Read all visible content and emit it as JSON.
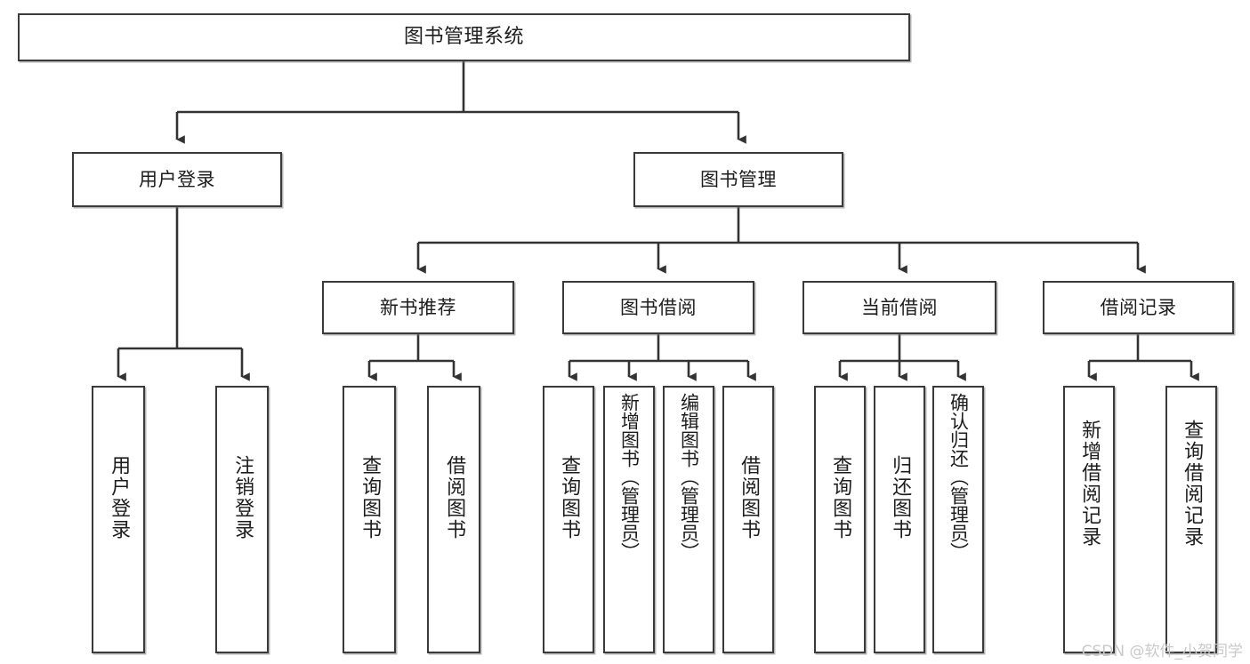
{
  "diagram": {
    "type": "tree-hierarchy",
    "title": "图书管理系统",
    "orientation": "top-down",
    "colors": {
      "node_border": "#3a3a3a",
      "node_fill": "#ffffff",
      "edge": "#333333",
      "text": "#1d1d1d",
      "watermark": "#c9c9c9",
      "page_background": "#ffffff"
    },
    "watermark": "CSDN @软件_小贺同学"
  },
  "nodes": {
    "root": {
      "label": "图书管理系统",
      "level": 1
    },
    "level2": [
      {
        "id": "user-login",
        "label": "用户登录"
      },
      {
        "id": "book-manage",
        "label": "图书管理"
      }
    ],
    "level3": [
      {
        "id": "new-book-rec",
        "label": "新书推荐"
      },
      {
        "id": "book-borrow",
        "label": "图书借阅"
      },
      {
        "id": "current-borrow",
        "label": "当前借阅"
      },
      {
        "id": "borrow-record",
        "label": "借阅记录"
      }
    ],
    "leaves": {
      "user_login": [
        {
          "id": "leaf-user-login",
          "label": "用户登录"
        },
        {
          "id": "leaf-logout-login",
          "label": "注销登录"
        }
      ],
      "new_book_rec": [
        {
          "id": "leaf-query-book-1",
          "label": "查询图书"
        },
        {
          "id": "leaf-borrow-book-1",
          "label": "借阅图书"
        }
      ],
      "book_borrow": [
        {
          "id": "leaf-query-book-2",
          "label": "查询图书"
        },
        {
          "id": "leaf-add-book",
          "label": "新增图书（管理员）"
        },
        {
          "id": "leaf-edit-book",
          "label": "编辑图书（管理员）"
        },
        {
          "id": "leaf-borrow-book-2",
          "label": "借阅图书"
        }
      ],
      "current_borrow": [
        {
          "id": "leaf-query-book-3",
          "label": "查询图书"
        },
        {
          "id": "leaf-return-book",
          "label": "归还图书"
        },
        {
          "id": "leaf-confirm-return",
          "label": "确认归还（管理员）"
        }
      ],
      "borrow_record": [
        {
          "id": "leaf-add-record",
          "label": "新增借阅记录"
        },
        {
          "id": "leaf-query-record",
          "label": "查询借阅记录"
        }
      ]
    }
  }
}
